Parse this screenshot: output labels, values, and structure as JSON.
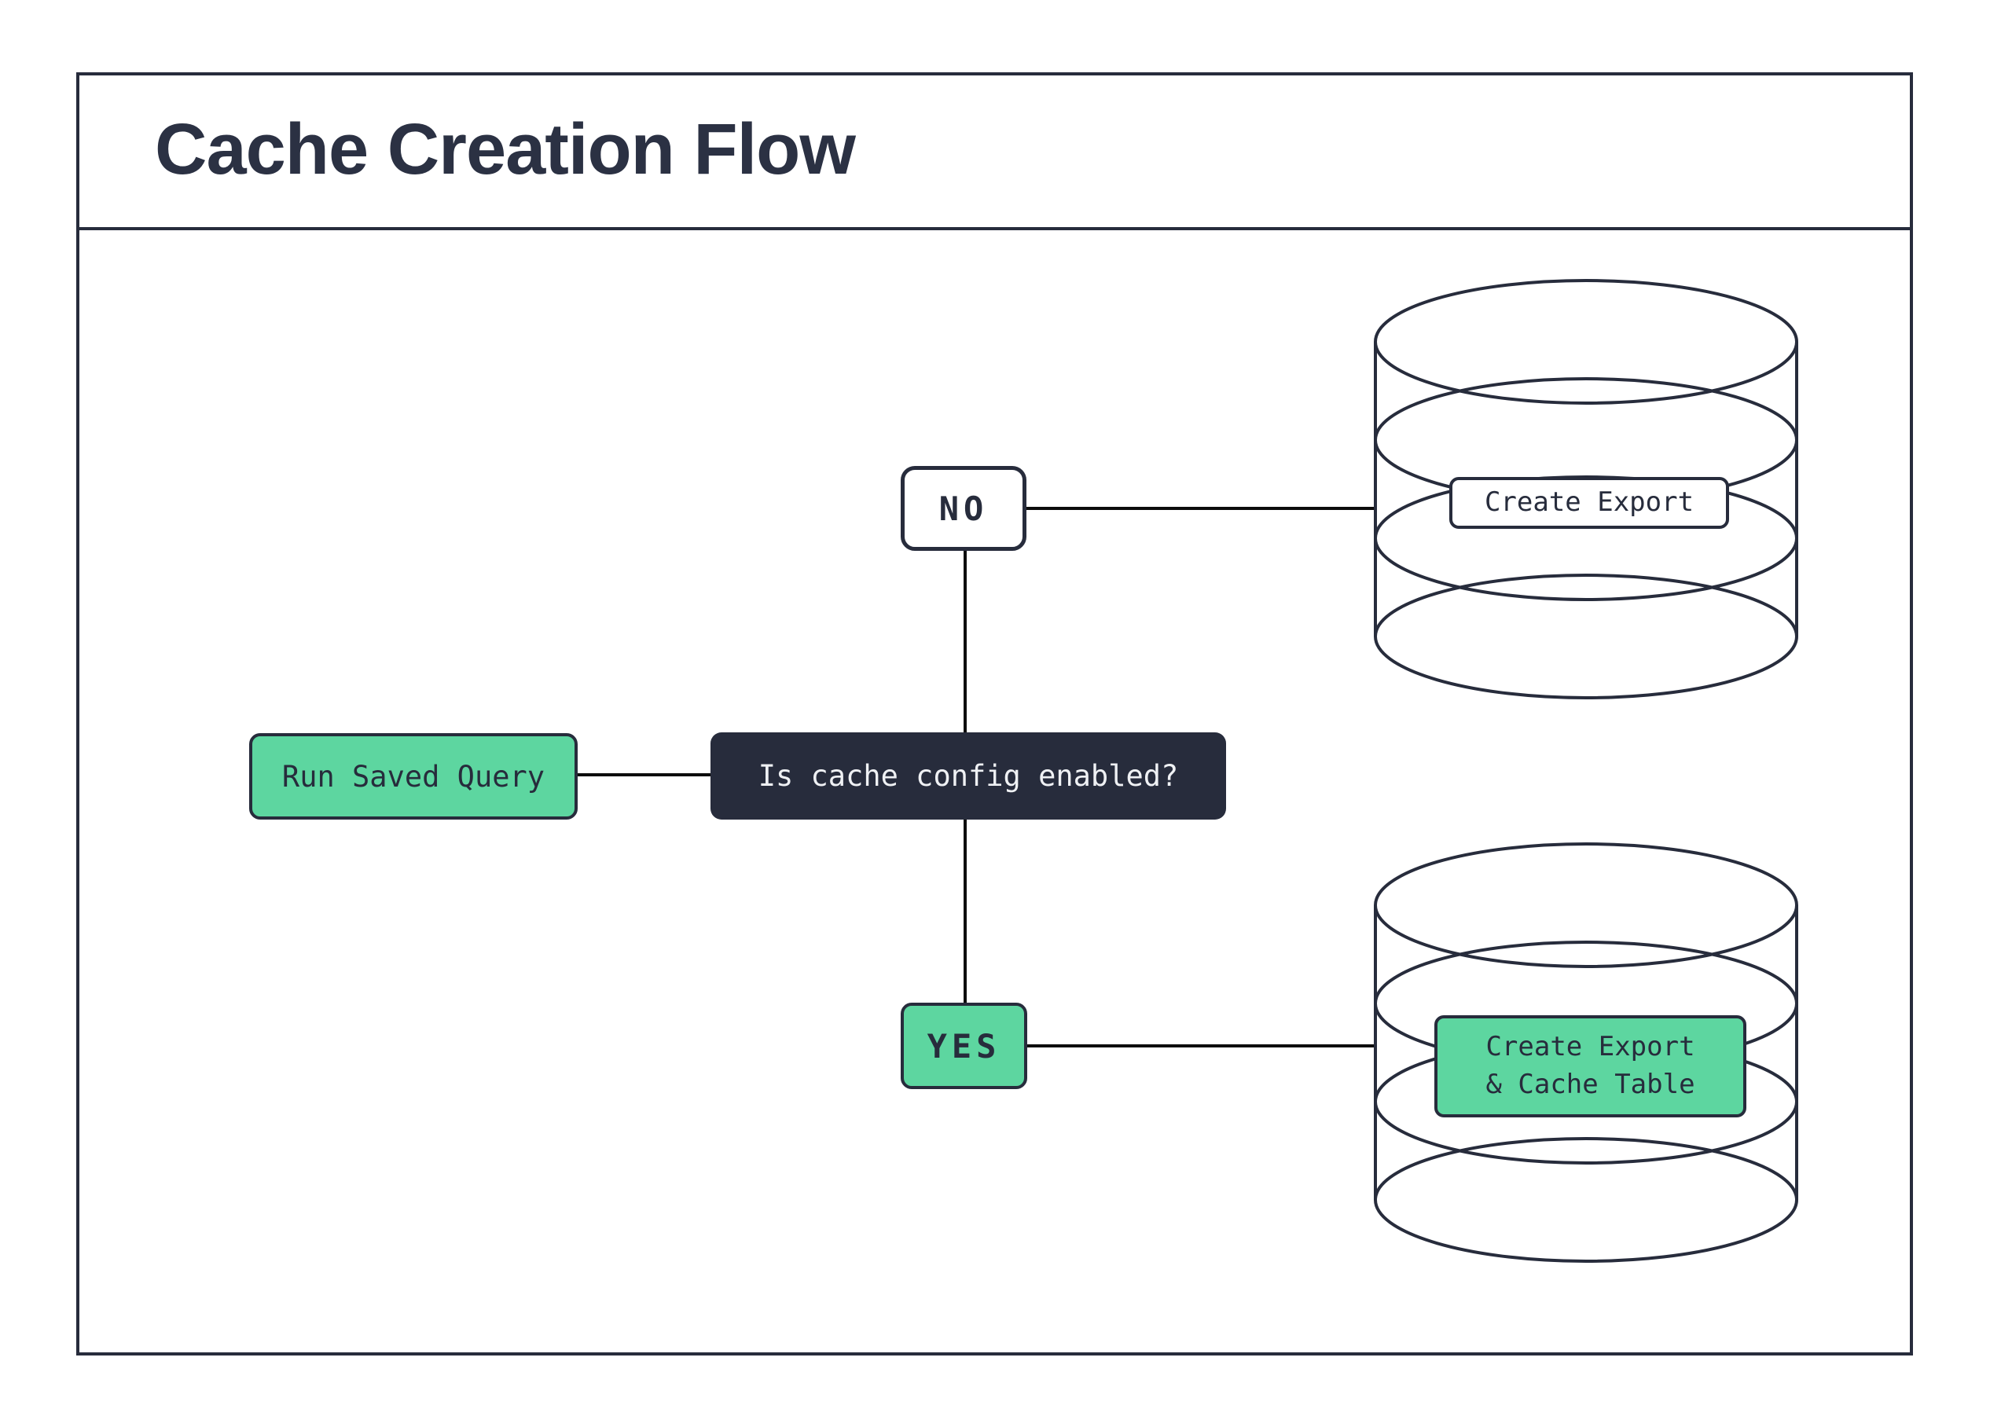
{
  "title": "Cache Creation Flow",
  "flow": {
    "start": "Run Saved Query",
    "decision": "Is cache config enabled?",
    "branch_no": "NO",
    "branch_yes": "YES",
    "no_result": "Create Export",
    "yes_result": "Create Export\n& Cache Table"
  },
  "colors": {
    "accent_green": "#5dd6a0",
    "navy": "#272c3c",
    "connector": "#0c0c0c",
    "background": "#ffffff"
  }
}
